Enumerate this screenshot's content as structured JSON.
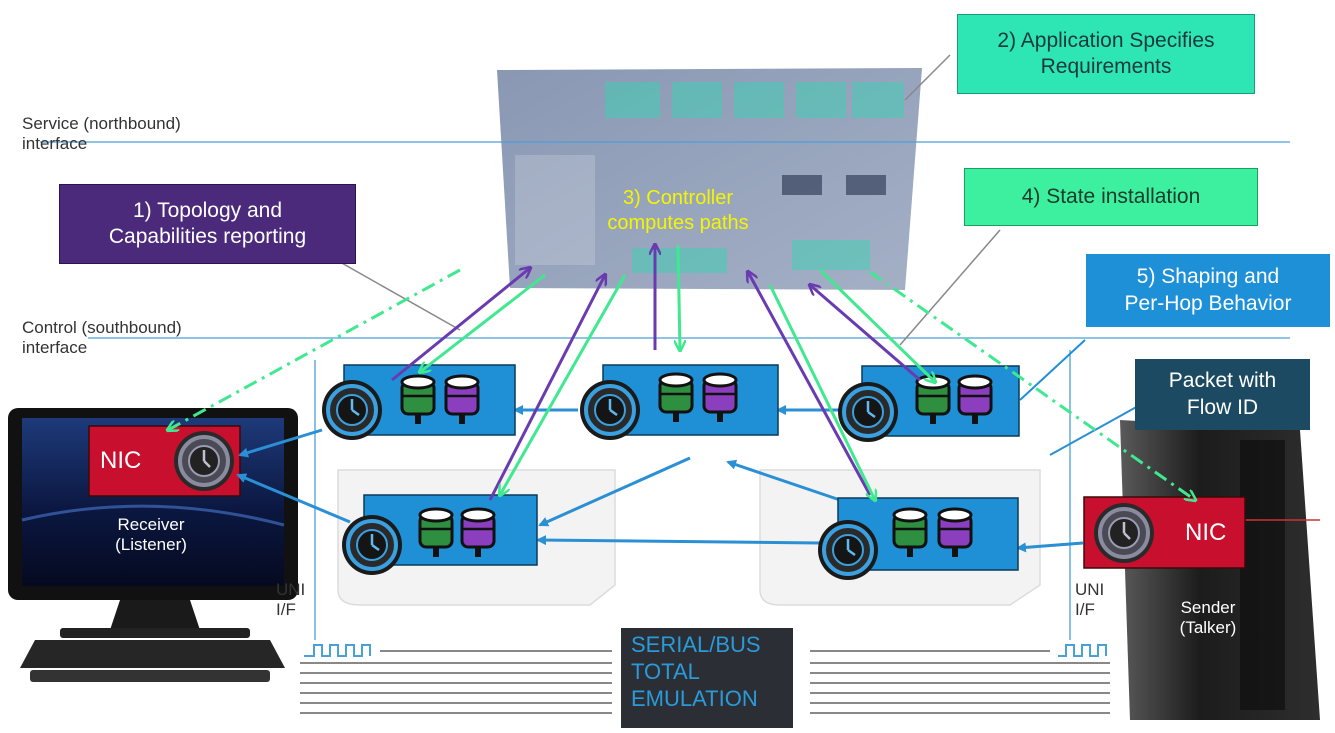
{
  "interfaces": {
    "northbound": [
      "Service  (northbound)",
      "interface"
    ],
    "southbound": [
      "Control  (southbound)",
      "interface"
    ]
  },
  "callouts": {
    "topology": [
      "1) Topology and",
      "Capabilities reporting"
    ],
    "application": [
      "2) Application Specifies",
      "Requirements"
    ],
    "controller": [
      "3) Controller",
      "computes paths"
    ],
    "state": "4) State installation",
    "shaping": [
      "5) Shaping and",
      "Per-Hop Behavior"
    ],
    "packet": [
      "Packet with",
      "Flow ID"
    ]
  },
  "devices": {
    "receiver": {
      "nic": "NIC",
      "label": [
        "Receiver",
        "(Listener)"
      ]
    },
    "sender": {
      "nic": "NIC",
      "label": [
        "Sender",
        "(Talker)"
      ]
    }
  },
  "uni_left": [
    "UNI",
    "I/F"
  ],
  "uni_right": [
    "UNI",
    "I/F"
  ],
  "emulation": [
    "SERIAL/BUS",
    "TOTAL",
    "EMULATION"
  ],
  "colors": {
    "purple_box": "#4b2a7b",
    "green_box": "#3cf0a0",
    "teal_box": "#2ee6b4",
    "blue_box": "#1e90d8",
    "dark_box": "#1c4a62",
    "nic_red": "#c8102e",
    "switch_blue": "#1f8fd6",
    "flow_blue": "#2a8fd4",
    "arrow_purple": "#6a3bb0",
    "arrow_green": "#40e890",
    "controller_text": "#f5f500"
  },
  "icons": [
    "clock-icon",
    "green-queue-icon",
    "purple-queue-icon"
  ]
}
